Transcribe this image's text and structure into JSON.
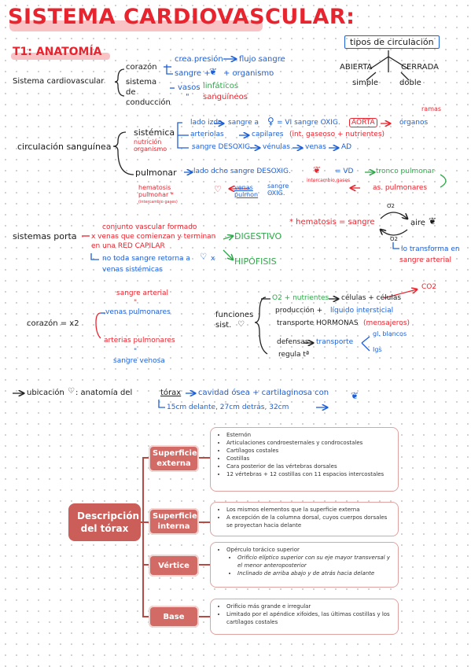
{
  "title": "SISTEMA CARDIOVASCULAR:",
  "subtitle": "T1: ANATOMÍA",
  "circ_types": {
    "box": "tipos de circulación",
    "abierta": "ABIERTA",
    "cerrada": "CERRADA",
    "simple": "simple",
    "doble": "doble"
  },
  "sistema": {
    "label": "Sistema cardiovascular",
    "corazon": "corazón",
    "crea_presion": "crea presión",
    "flujo_sangre": "flujo sangre",
    "sangre": "sangre +",
    "organismo": "+ organismo",
    "sistema_de_conduccion": "sistema de conducción",
    "vasos": "vasos",
    "linfaticos": "linfáticos",
    "double_quote": "\"",
    "sanguineos": "sanguíneos"
  },
  "circulacion": {
    "label": "circulación sanguínea",
    "sistemica": "sistémica",
    "nutricion": "nutrición organismo",
    "line1a": "lado izdo",
    "line1b": "sangre a",
    "line1c": "= VI sangre OXIG.",
    "line1d": "AORTA",
    "line1e": "órganos",
    "ramas": "ramas",
    "line2a": "arteriolas",
    "line2b": "capilares",
    "line2c": "(int. gaseoso + nutrientes)",
    "line3a": "sangre DESOXIG.",
    "line3b": "vénulas",
    "line3c": "venas",
    "line3d": "AD",
    "pulmonar": "pulmonar",
    "p1a": "lado dcho sangre DESOXIG.",
    "p1b": "= VD",
    "p1c": "tronco pulmonar",
    "p2": "as. pulmonares",
    "hematosis": "hematosis pulmonar *",
    "intercambio": "(intercambio gases)",
    "venas_pulmon": "venas pulmon",
    "sangre_oxig": "sangre OXIG.",
    "intercambio_gases": "intercambio gases"
  },
  "portal": {
    "label": "sistemas porta",
    "l1": "conjunto vascular formado",
    "l2": "x venas que comienzan y terminan",
    "l3": "en una RED CAPILAR",
    "l4": "no toda sangre retorna a",
    "l4b": "x",
    "l5": "venas sistémicas",
    "digestivo": "DIGESTIVO",
    "hipofisis": "HIPÓFISIS"
  },
  "hematosis_note": {
    "label": "* hematosis = sangre",
    "o2_top": "O2",
    "o2_bottom": "O2",
    "aire": "aire",
    "transform1": "lo transforma en",
    "transform2": "sangre arterial"
  },
  "corazon_x2": {
    "label": "corazón = x2",
    "sangre_arterial": "sangre arterial",
    "venas_pulmonares": "venas pulmonares",
    "arterias_pulmonares": "arterias pulmonares",
    "sangre_venosa": "sangre venosa",
    "eq": "\""
  },
  "funciones": {
    "label": "funciones sist.",
    "f1a": "O2 + nutrientes",
    "f1b": "células + células",
    "f1c": "CO2",
    "f2a": "producción +",
    "f2b": "líquido intersticial",
    "f3a": "transporte HORMONAS",
    "f3b": "(mensajeros)",
    "f4a": "defensas",
    "f4b": "transporte",
    "f4c": "gl. blancos",
    "f4d": "Igs",
    "f5": "regula tª"
  },
  "ubicacion": {
    "l1a": "ubicación",
    "l1b": ": anatomía del",
    "l1c": "tórax",
    "l1d": "cavidad ósea + cartilaginosa con",
    "l2": "15cm delante, 27cm detrás, 32cm"
  },
  "diagram": {
    "main": "Descripción del tórax",
    "categories": [
      {
        "label": "Superficie externa",
        "items": [
          "Esternón",
          "Articulaciones condroesternales y condrocostales",
          "Cartílagos costales",
          "Costillas",
          "Cara posterior de las vértebras dorsales",
          "12 vértebras + 12 costillas con 11 espacios intercostales"
        ]
      },
      {
        "label": "Superficie interna",
        "items": [
          "Los mismos elementos que la superficie externa",
          "A excepción de la columna dorsal, cuyos cuerpos dorsales se proyectan hacia delante"
        ]
      },
      {
        "label": "Vértice",
        "items": [
          "Opérculo torácico superior"
        ],
        "subitems": [
          "Orificio elíptico superior con su eje mayor transversal y el menor anteroposterior",
          "Inclinado de arriba abajo y de atrás hacia delante"
        ]
      },
      {
        "label": "Base",
        "items": [
          "Orificio más grande e irregular",
          "Limitado por el apéndice xifoides, las últimas costillas y los cartílagos costales"
        ]
      }
    ]
  },
  "colors": {
    "red": "#e8242e",
    "blue": "#1d5fd6",
    "green": "#2fa84a",
    "diagram": "#cc5e5a"
  }
}
